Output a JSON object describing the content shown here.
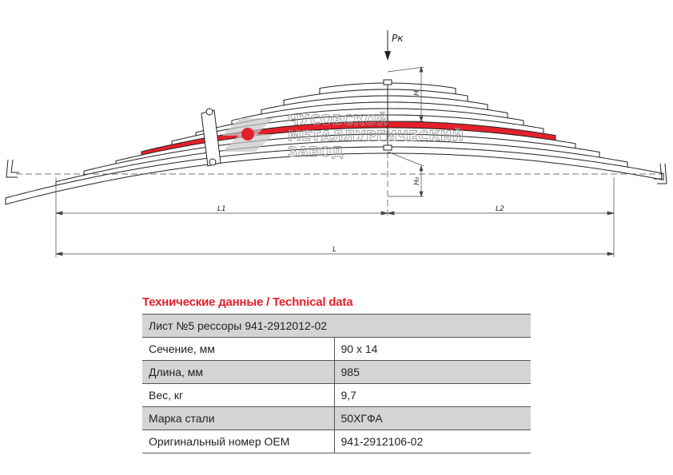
{
  "drawing": {
    "labels": {
      "force": "Pк",
      "height": "H",
      "height0": "H₀",
      "l1": "L1",
      "l2": "L2",
      "l": "L"
    },
    "highlight_color": "#e3202a",
    "watermark": {
      "lines": [
        "ЧУСОВСКОЙ",
        "МЕТАЛЛУРГИЧЕСКИЙ",
        "ЗАВОД"
      ],
      "logo_color": "#e3202a"
    }
  },
  "specs": {
    "title": "Технические данные / Technical data",
    "header": "Лист №5 рессоры 941-2912012-02",
    "rows": [
      {
        "label": "Сечение, мм",
        "value": "90 х 14"
      },
      {
        "label": "Длина, мм",
        "value": "985"
      },
      {
        "label": "Вес, кг",
        "value": "9,7"
      },
      {
        "label": "Марка стали",
        "value": "50ХГФА"
      },
      {
        "label": "Оригинальный номер OEM",
        "value": "941-2912106-02"
      }
    ]
  }
}
